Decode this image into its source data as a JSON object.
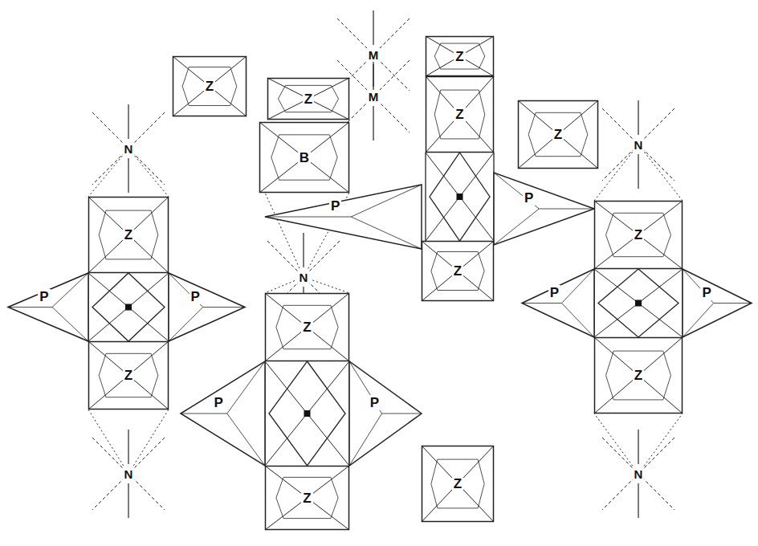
{
  "diagram": {
    "nodes": [
      {
        "text": [
          "Z"
        ]
      },
      {
        "text": [
          "Z"
        ]
      },
      {
        "text": [
          "Z"
        ]
      },
      {
        "text": [
          "Z"
        ]
      },
      {
        "text": [
          "Z"
        ]
      },
      {
        "text": [
          "B"
        ]
      },
      {
        "text": [
          "P"
        ]
      },
      {
        "text": [
          "P"
        ]
      },
      {
        "text": [
          "Z"
        ]
      },
      {
        "text": [
          "Z"
        ]
      },
      {
        "text": [
          "Z"
        ]
      },
      {
        "text": [
          "P"
        ]
      },
      {
        "text": [
          "P"
        ]
      },
      {
        "text": [
          "P"
        ]
      },
      {
        "text": [
          "P"
        ]
      },
      {
        "text": [
          "Z"
        ]
      },
      {
        "text": [
          "Z"
        ]
      },
      {
        "text": [
          "Z"
        ]
      },
      {
        "text": [
          "P"
        ]
      },
      {
        "text": [
          "P"
        ]
      },
      {
        "text": [
          "Z"
        ]
      },
      {
        "text": [
          "Z"
        ]
      }
    ],
    "labels": [
      "M",
      "M",
      "N",
      "N",
      "N",
      "N",
      "N"
    ]
  }
}
